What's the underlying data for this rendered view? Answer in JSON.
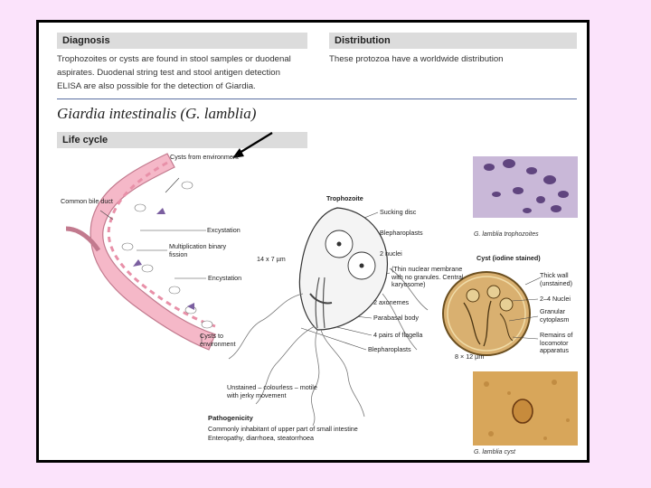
{
  "diagnosis": {
    "heading": "Diagnosis",
    "lines": [
      "Trophozoites or cysts are found in stool samples or duodenal",
      "aspirates. Duodenal string test and stool antigen detection",
      "ELISA are also possible for the detection of Giardia."
    ]
  },
  "distribution": {
    "heading": "Distribution",
    "text": "These protozoa have a worldwide distribution"
  },
  "title": "Giardia intestinalis (G. lamblia)",
  "life_cycle": {
    "heading": "Life cycle",
    "cysts_from": "Cysts from environment",
    "bile_duct": "Common bile duct",
    "excystation": "Excystation",
    "multiplication": "Multiplication binary fission",
    "encystation": "Encystation",
    "cysts_to": "Cysts to environment"
  },
  "trophozoite": {
    "title": "Trophozoite",
    "size": "14 x 7 µm",
    "sucking_disc": "Sucking disc",
    "blepharoplasts_top": "Blepharoplasts",
    "nuclei": "2 nuclei",
    "nuclei_note": "(Thin nuclear membrane with no granules. Central karyosome)",
    "axonemes": "2 axonemes",
    "parabasal": "Parabasal body",
    "flagella": "4 pairs of flagella",
    "blepharoplasts_bottom": "Blepharoplasts",
    "unstained": "Unstained – colourless – motile with jerky movement"
  },
  "pathogenicity": {
    "heading": "Pathogenicity",
    "lines": [
      "Commonly inhabitant of upper part of small intestine",
      "Enteropathy, diarrhoea, steatorrhoea"
    ]
  },
  "photo_top_caption": "G. lamblia trophozoites",
  "cyst": {
    "title": "Cyst (iodine stained)",
    "thick_wall": "Thick wall (unstained)",
    "nuclei": "2–4 Nuclei",
    "granular": "Granular cytoplasm",
    "remains": "Remains of locomotor apparatus",
    "size": "8 × 12 µm"
  },
  "photo_bottom_caption": "G. lamblia cyst",
  "colors": {
    "background": "#fbe3fb",
    "header_bar": "#dcdcdc",
    "rule": "#5a6fa0",
    "intestine": "#f5b8c8",
    "cyst_fill": "#d9b070"
  }
}
